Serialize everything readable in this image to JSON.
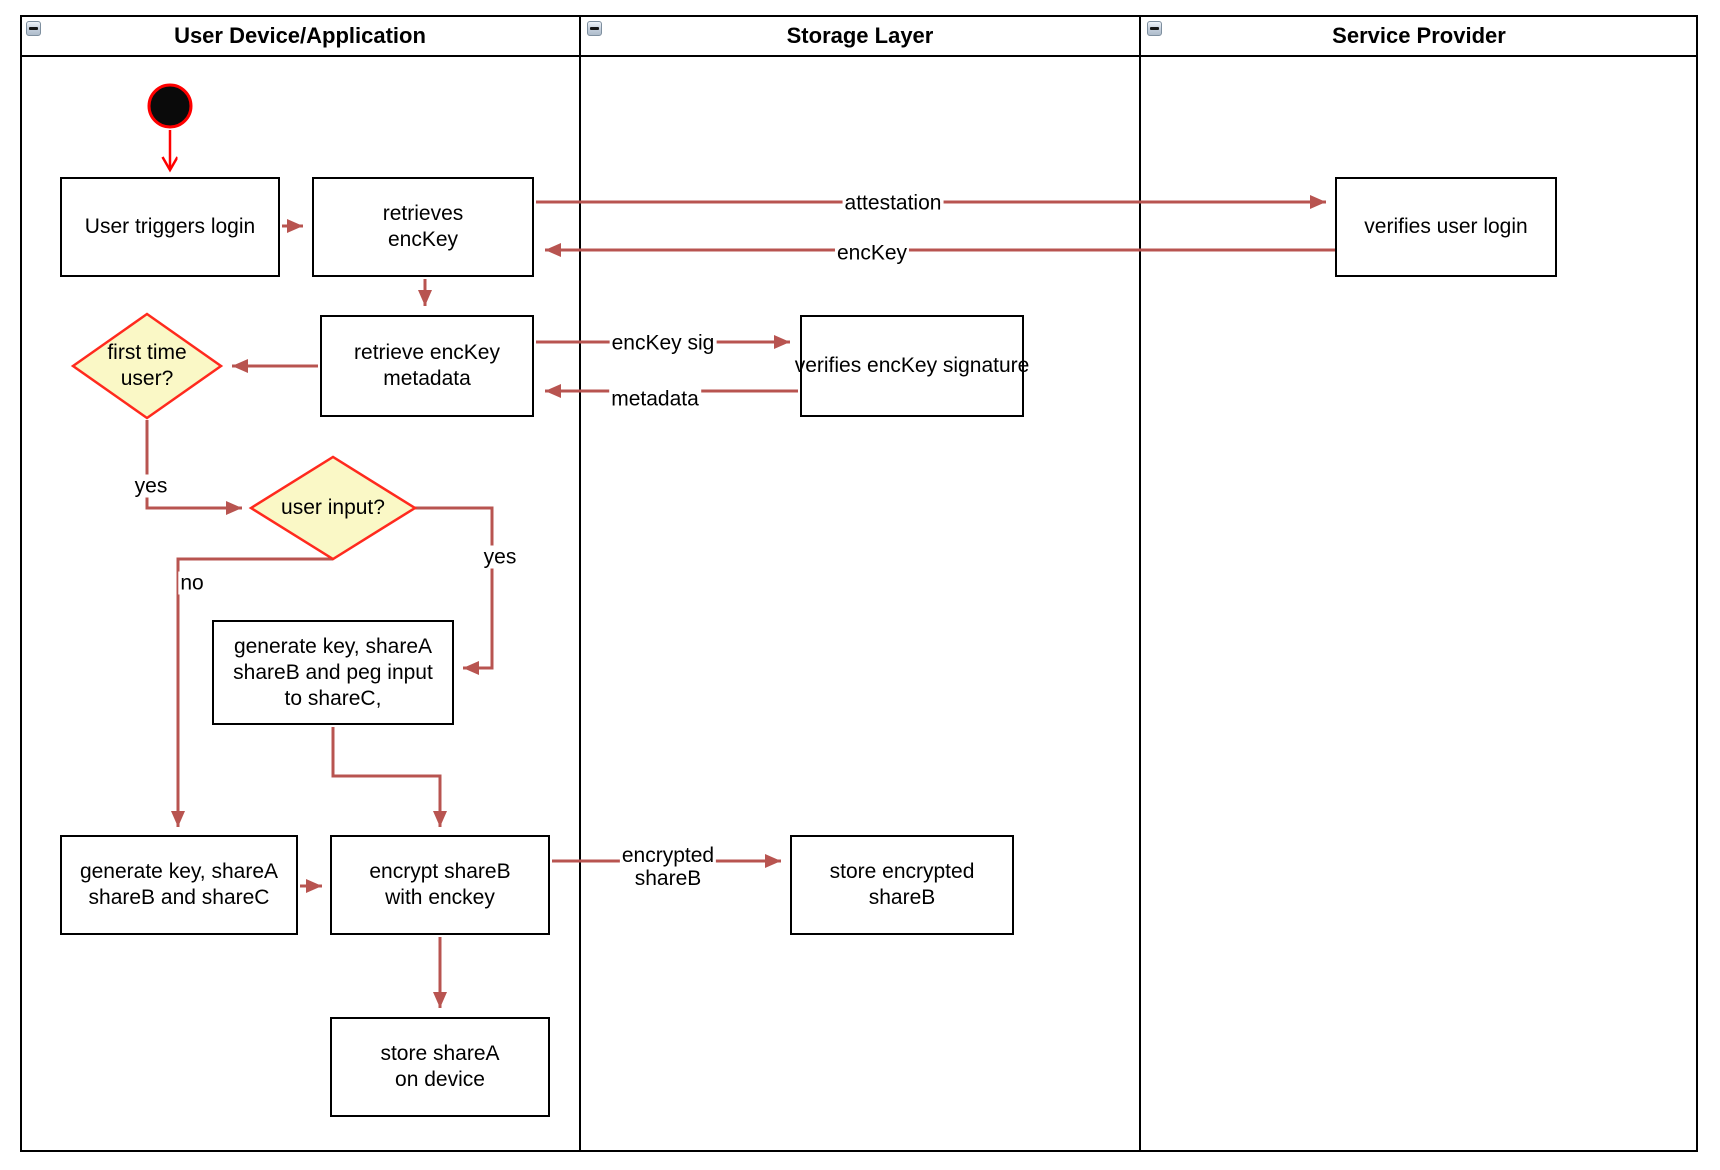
{
  "colors": {
    "edge": "#B85450",
    "start": "#FF0000",
    "start_fill": "#0A0A0A",
    "decision_fill": "#FAF8C6",
    "decision_stroke": "#FF2A1E",
    "node_border": "#000000"
  },
  "lanes": [
    {
      "title": "User Device/Application"
    },
    {
      "title": "Storage Layer"
    },
    {
      "title": "Service Provider"
    }
  ],
  "nodes": {
    "user_triggers_login": {
      "label": "User triggers login"
    },
    "retrieves_enckey": {
      "label": "retrieves\nencKey"
    },
    "verifies_user_login": {
      "label": "verifies user login"
    },
    "retrieve_enckey_metadata": {
      "label": "retrieve encKey\nmetadata"
    },
    "verifies_enckey_signature": {
      "label": "verifies encKey signature"
    },
    "generate_key_peg_input": {
      "label": "generate key, shareA\nshareB and peg input\nto shareC,"
    },
    "generate_key_three_shares": {
      "label": "generate key, shareA\nshareB and shareC"
    },
    "encrypt_shareb": {
      "label": "encrypt shareB\nwith enckey"
    },
    "store_encrypted_shareb": {
      "label": "store encrypted\nshareB"
    },
    "store_sharea_on_device": {
      "label": "store shareA\non device"
    }
  },
  "decisions": {
    "first_time_user": {
      "label": "first time\nuser?"
    },
    "user_input": {
      "label": "user input?"
    }
  },
  "edge_labels": {
    "attestation": "attestation",
    "enckey": "encKey",
    "enckey_sig": "encKey sig",
    "metadata": "metadata",
    "first_time_yes": "yes",
    "user_input_no": "no",
    "user_input_yes": "yes",
    "encrypted_shareb": "encrypted\nshareB"
  }
}
